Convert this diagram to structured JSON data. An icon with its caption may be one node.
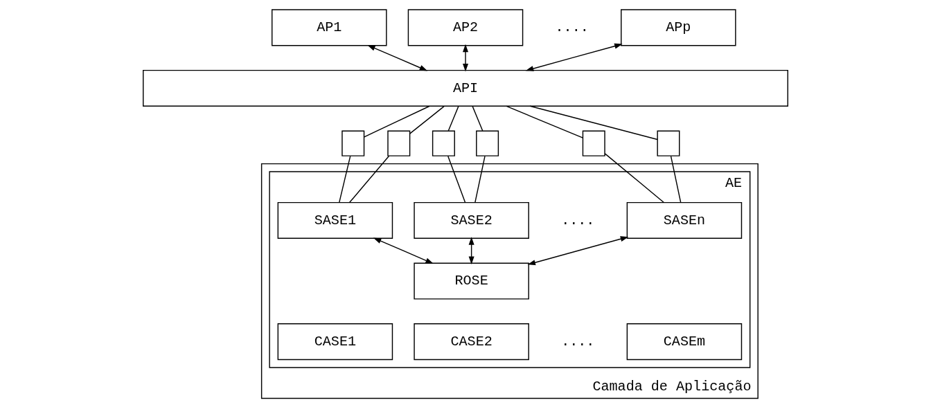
{
  "diagram": {
    "nodes": [
      {
        "text": [
          "Camada de Aplicação"
        ]
      },
      {
        "text": [
          "AE"
        ],
        "in": 0
      },
      {
        "text": [
          "AP1"
        ]
      },
      {
        "text": [
          "AP2"
        ]
      },
      {
        "text": [
          "APp"
        ]
      },
      {
        "text": [
          "API"
        ]
      },
      {
        "text": [],
        "shape": "box"
      },
      {
        "text": [],
        "shape": "box"
      },
      {
        "text": [],
        "shape": "box"
      },
      {
        "text": [],
        "shape": "box"
      },
      {
        "text": [],
        "shape": "box"
      },
      {
        "text": [],
        "shape": "box"
      },
      {
        "text": [
          "SASE1"
        ],
        "in": 1
      },
      {
        "text": [
          "SASE2"
        ],
        "in": 1
      },
      {
        "text": [
          "SASEn"
        ],
        "in": 1
      },
      {
        "text": [
          "ROSE"
        ],
        "in": 1
      },
      {
        "text": [
          "CASE1"
        ],
        "in": 1
      },
      {
        "text": [
          "CASE2"
        ],
        "in": 1
      },
      {
        "text": [
          "CASEm"
        ],
        "in": 1
      }
    ],
    "edges": [
      {
        "from": 2,
        "to": 5,
        "arrow": "both"
      },
      {
        "from": 3,
        "to": 5,
        "arrow": "both"
      },
      {
        "from": 4,
        "to": 5,
        "arrow": "both"
      },
      {
        "from": 5,
        "to": 6,
        "arrow": "none"
      },
      {
        "from": 5,
        "to": 7,
        "arrow": "none"
      },
      {
        "from": 5,
        "to": 8,
        "arrow": "none"
      },
      {
        "from": 5,
        "to": 9,
        "arrow": "none"
      },
      {
        "from": 5,
        "to": 10,
        "arrow": "none"
      },
      {
        "from": 5,
        "to": 11,
        "arrow": "none"
      },
      {
        "from": 6,
        "to": 12,
        "arrow": "none"
      },
      {
        "from": 7,
        "to": 12,
        "arrow": "none"
      },
      {
        "from": 8,
        "to": 13,
        "arrow": "none"
      },
      {
        "from": 9,
        "to": 13,
        "arrow": "none"
      },
      {
        "from": 10,
        "to": 14,
        "arrow": "none"
      },
      {
        "from": 11,
        "to": 14,
        "arrow": "none"
      },
      {
        "from": 12,
        "to": 15,
        "arrow": "both"
      },
      {
        "from": 13,
        "to": 15,
        "arrow": "both"
      },
      {
        "from": 14,
        "to": 15,
        "arrow": "both"
      }
    ],
    "labels": [
      "....",
      "....",
      "...."
    ]
  }
}
